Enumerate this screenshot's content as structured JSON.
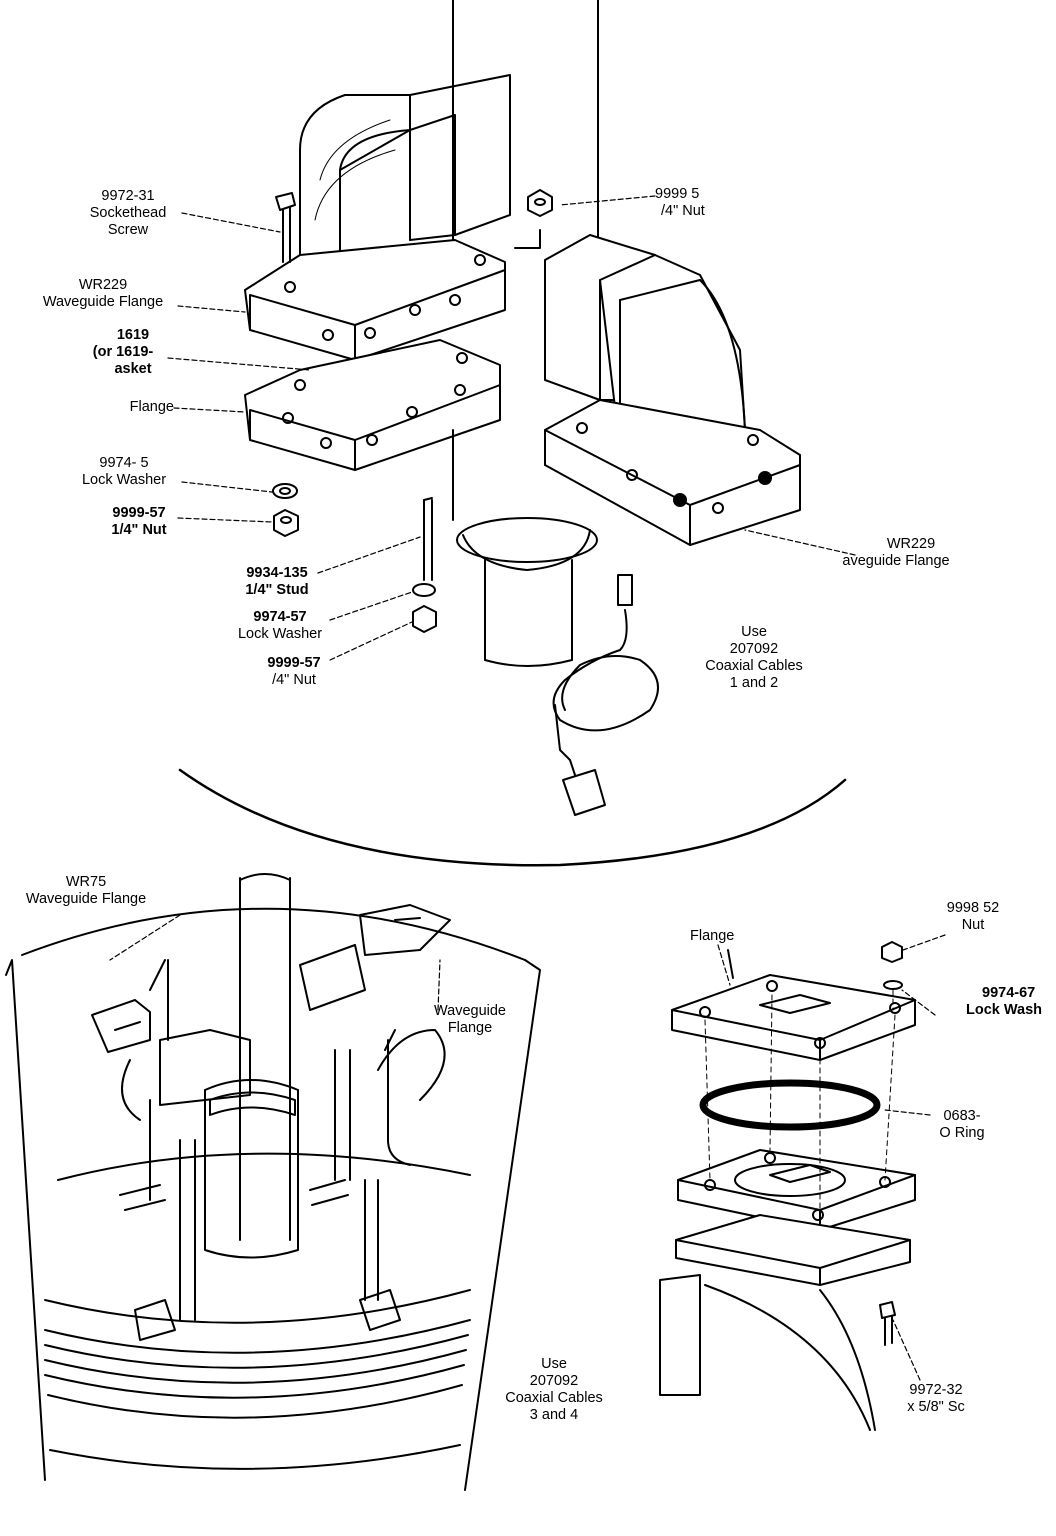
{
  "labels": {
    "screw_top": {
      "line1": "9972-31",
      "line2": "Sockethead",
      "line3": "Screw"
    },
    "nut_top": {
      "line1": "9999 5",
      "line2": "/4\" Nut"
    },
    "wr229_left": {
      "line1": "WR229",
      "line2": "Waveguide Flange"
    },
    "gasket": {
      "line1": "1619",
      "line2": "(or 1619-",
      "line3": "asket"
    },
    "flange_left": {
      "line1": "Flange"
    },
    "lockwasher_left": {
      "line1": "9974- 5",
      "line2": "Lock Washer"
    },
    "nut_left": {
      "line1": "9999-57",
      "line2": "1/4\" Nut"
    },
    "stud": {
      "line1": "9934-135",
      "line2": "1/4\" Stud"
    },
    "lockwasher_mid": {
      "line1": "9974-57",
      "line2": "Lock Washer"
    },
    "nut_mid": {
      "line1": "9999-57",
      "line2": "/4\" Nut"
    },
    "wr229_right": {
      "line1": "WR229",
      "line2": "aveguide Flange"
    },
    "cables_12": {
      "line1": "Use",
      "line2": "207092",
      "line3": "Coaxial Cables",
      "line4": "1 and 2"
    },
    "wr75": {
      "line1": "WR75",
      "line2": "Waveguide Flange"
    },
    "waveguide_flange": {
      "line1": "Waveguide",
      "line2": "Flange"
    },
    "cables_34": {
      "line1": "Use",
      "line2": "207092",
      "line3": "Coaxial Cables",
      "line4": "3 and 4"
    },
    "flange_right": {
      "line1": "Flange"
    },
    "nut_right": {
      "line1": "9998 52",
      "line2": "Nut"
    },
    "lockwasher_right": {
      "line1": "9974-67",
      "line2": "Lock Wash"
    },
    "oring": {
      "line1": "0683-",
      "line2": "O Ring"
    },
    "screw_right": {
      "line1": "9972-32",
      "line2": "x 5/8\" Sc"
    }
  }
}
